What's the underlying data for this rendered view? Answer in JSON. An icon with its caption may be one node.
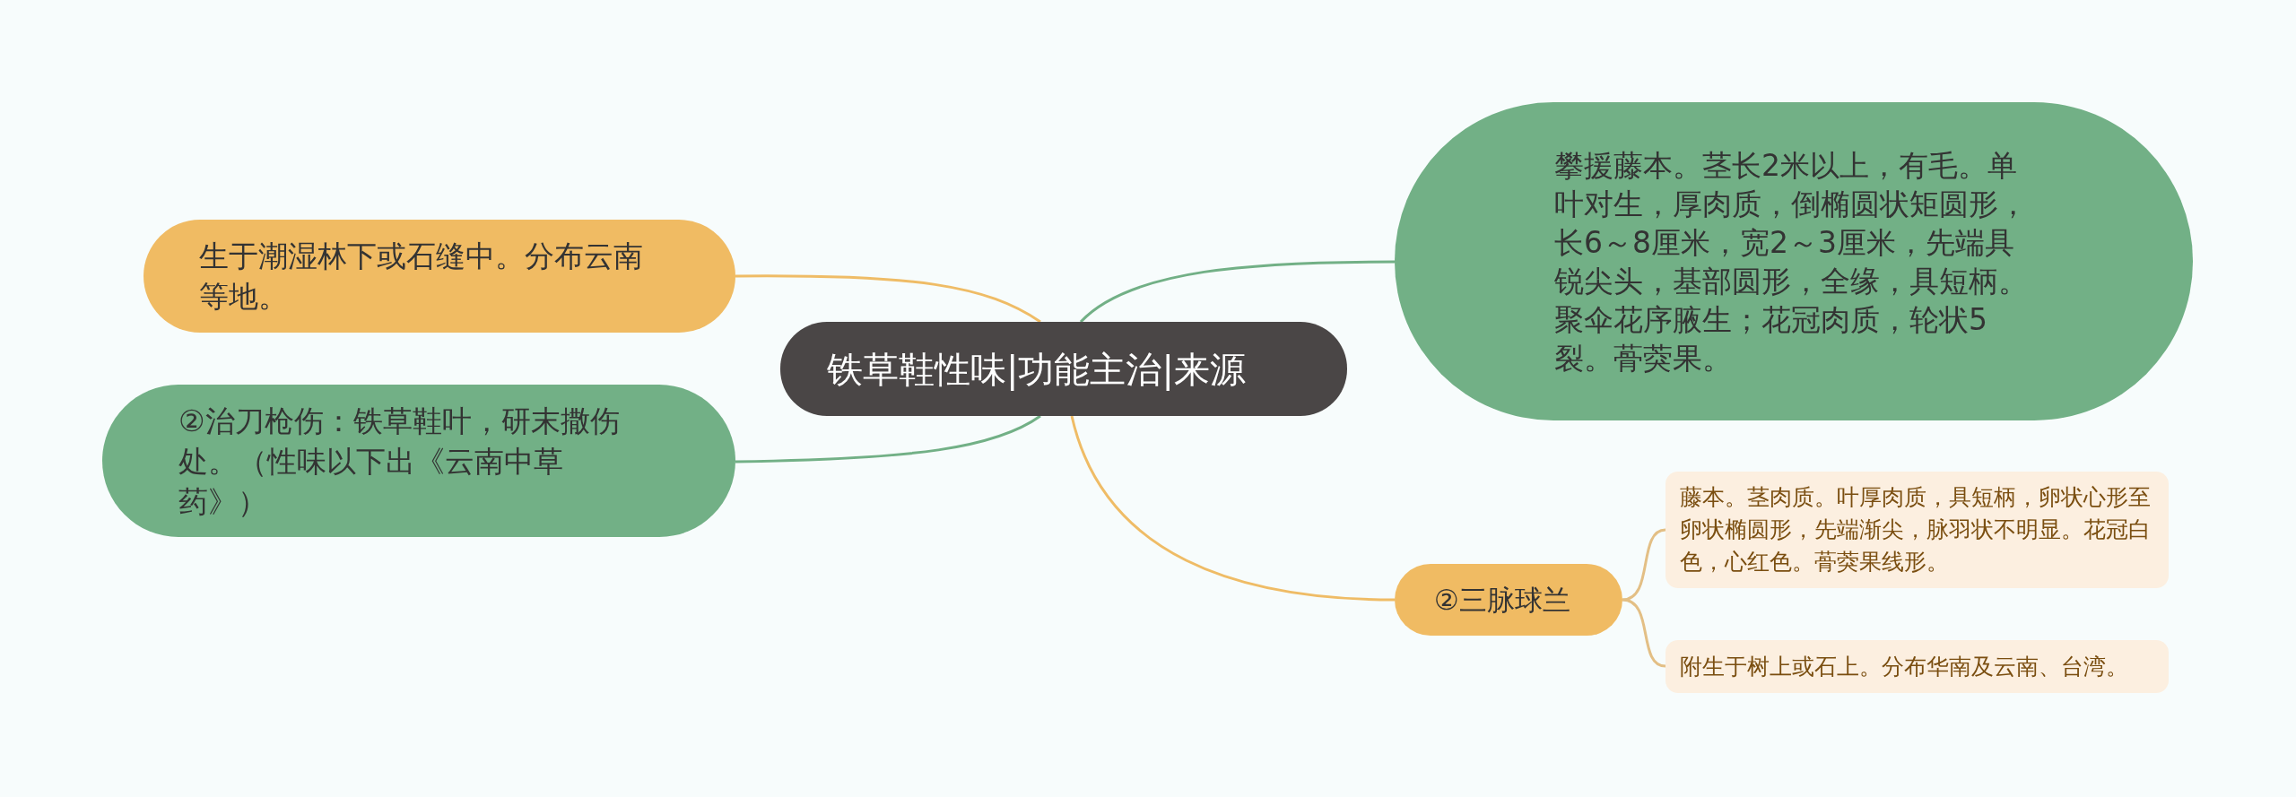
{
  "diagram": {
    "nodes": [
      {
        "text": [
          "铁草鞋性味|功能主治|来源"
        ]
      },
      {
        "text": [
          "生于潮湿林下或石缝中。分布云南等地。"
        ]
      },
      {
        "text": [
          "②治刀枪伤：铁草鞋叶，研末撒伤处。（性味以下出《云南中草药》）"
        ]
      },
      {
        "text": [
          "攀援藤本。茎长2米以上，有毛。单叶对生，厚肉质，倒椭圆状矩圆形，长6～8厘米，宽2～3厘米，先端具锐尖头，基部圆形，全缘，具短柄。聚伞花序腋生；花冠肉质，轮状5裂。蓇葖果。"
        ]
      },
      {
        "text": [
          "②三脉球兰"
        ]
      },
      {
        "text": [
          "藤本。茎肉质。叶厚肉质，具短柄，卵状心形至卵状椭圆形，先端渐尖，脉羽状不明显。花冠白色，心红色。蓇葖果线形。"
        ]
      },
      {
        "text": [
          "附生于树上或石上。分布华南及云南、台湾。"
        ]
      }
    ],
    "edges": [
      {
        "from": 0,
        "to": 1,
        "arrow": "none",
        "color": "#efbc66"
      },
      {
        "from": 0,
        "to": 2,
        "arrow": "none",
        "color": "#72b086"
      },
      {
        "from": 0,
        "to": 3,
        "arrow": "none",
        "color": "#72b086"
      },
      {
        "from": 0,
        "to": 4,
        "arrow": "none",
        "color": "#efbc66"
      },
      {
        "from": 4,
        "to": 5,
        "arrow": "none",
        "color": "#e3bf85"
      },
      {
        "from": 4,
        "to": 6,
        "arrow": "none",
        "color": "#e3bf85"
      }
    ]
  }
}
